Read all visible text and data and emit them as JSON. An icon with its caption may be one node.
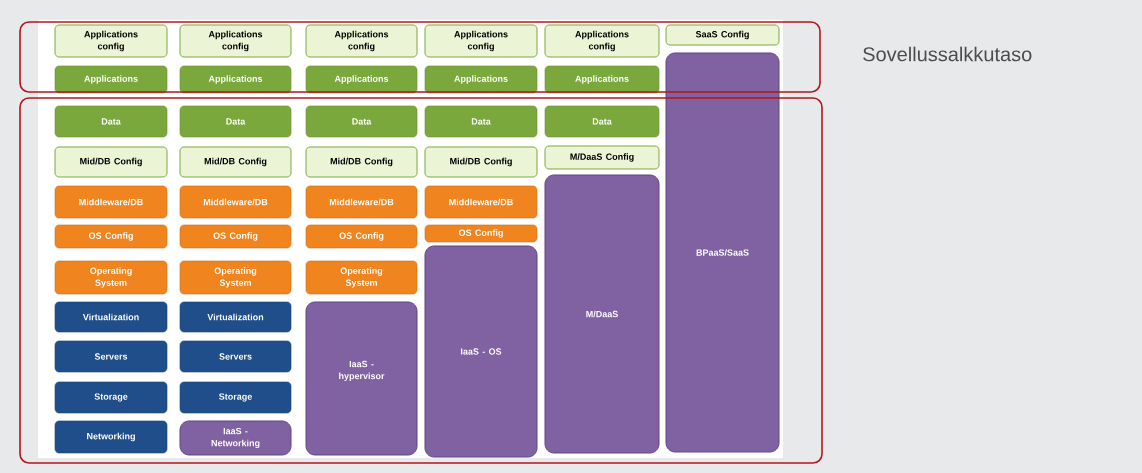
{
  "diagram": {
    "nodes": [
      {
        "text": [],
        "shape": "box",
        "beside": [
          "Sovellussalkkutaso"
        ]
      },
      {
        "text": [
          "Applications config"
        ],
        "in": 0
      },
      {
        "text": [
          "Applications config"
        ],
        "in": 0
      },
      {
        "text": [
          "Applications config"
        ],
        "in": 0
      },
      {
        "text": [
          "Applications config"
        ],
        "in": 0
      },
      {
        "text": [
          "Applications config"
        ],
        "in": 0
      },
      {
        "text": [
          "SaaS Config"
        ],
        "in": 0
      },
      {
        "text": [
          "Applications"
        ],
        "in": 0
      },
      {
        "text": [
          "Applications"
        ],
        "in": 0
      },
      {
        "text": [
          "Applications"
        ],
        "in": 0
      },
      {
        "text": [
          "Applications"
        ],
        "in": 0
      },
      {
        "text": [
          "Applications"
        ],
        "in": 0
      },
      {
        "text": [],
        "shape": "box"
      },
      {
        "text": [
          "Data"
        ],
        "in": 12
      },
      {
        "text": [
          "Mid/DB Config"
        ],
        "in": 12
      },
      {
        "text": [
          "Middleware/DB"
        ],
        "in": 12
      },
      {
        "text": [
          "OS Config"
        ],
        "in": 12
      },
      {
        "text": [
          "Operating System"
        ],
        "in": 12
      },
      {
        "text": [
          "Virtualization"
        ],
        "in": 12
      },
      {
        "text": [
          "Servers"
        ],
        "in": 12
      },
      {
        "text": [
          "Storage"
        ],
        "in": 12
      },
      {
        "text": [
          "Networking"
        ],
        "in": 12
      },
      {
        "text": [
          "Data"
        ],
        "in": 12
      },
      {
        "text": [
          "Mid/DB Config"
        ],
        "in": 12
      },
      {
        "text": [
          "Middleware/DB"
        ],
        "in": 12
      },
      {
        "text": [
          "OS Config"
        ],
        "in": 12
      },
      {
        "text": [
          "Operating System"
        ],
        "in": 12
      },
      {
        "text": [
          "Virtualization"
        ],
        "in": 12
      },
      {
        "text": [
          "Servers"
        ],
        "in": 12
      },
      {
        "text": [
          "Storage"
        ],
        "in": 12
      },
      {
        "text": [
          "IaaS - Networking"
        ],
        "in": 12
      },
      {
        "text": [
          "Data"
        ],
        "in": 12
      },
      {
        "text": [
          "Mid/DB Config"
        ],
        "in": 12
      },
      {
        "text": [
          "Middleware/DB"
        ],
        "in": 12
      },
      {
        "text": [
          "OS Config"
        ],
        "in": 12
      },
      {
        "text": [
          "Operating System"
        ],
        "in": 12
      },
      {
        "text": [
          "IaaS - hypervisor"
        ],
        "in": 12
      },
      {
        "text": [
          "Data"
        ],
        "in": 12
      },
      {
        "text": [
          "Mid/DB Config"
        ],
        "in": 12
      },
      {
        "text": [
          "Middleware/DB"
        ],
        "in": 12
      },
      {
        "text": [
          "OS Config"
        ],
        "in": 12
      },
      {
        "text": [
          "IaaS - OS"
        ],
        "in": 12
      },
      {
        "text": [
          "Data"
        ],
        "in": 12
      },
      {
        "text": [
          "M/DaaS Config"
        ],
        "in": 12
      },
      {
        "text": [
          "M/DaaS"
        ],
        "in": 12
      },
      {
        "text": [
          "BPaaS/SaaS"
        ]
      }
    ]
  }
}
